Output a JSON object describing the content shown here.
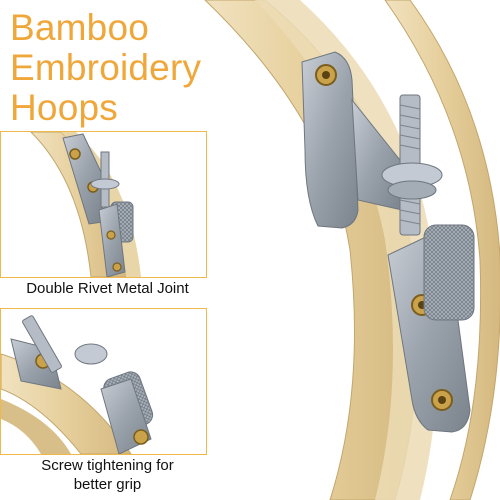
{
  "title": {
    "lines": [
      "Bamboo",
      "Embroidery",
      "Hoops"
    ],
    "color": "#f0a73a"
  },
  "insets": [
    {
      "caption": "Double Rivet Metal Joint"
    },
    {
      "caption_lines": [
        "Screw tightening for",
        "better grip"
      ]
    }
  ],
  "colors": {
    "bamboo": "#e7d3a3",
    "bamboo_shade": "#cdb27a",
    "metal": "#a7aeb8",
    "metal_dark": "#7f8791",
    "brass": "#c9a24a",
    "inset_border": "#f0b74a"
  }
}
